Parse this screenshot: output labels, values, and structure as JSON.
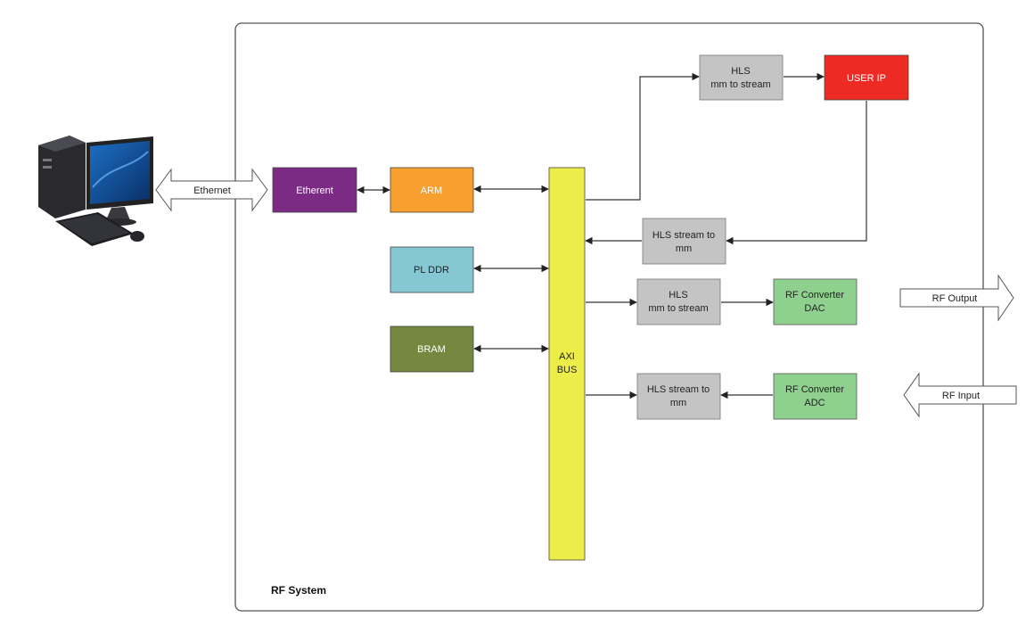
{
  "system": {
    "label": "RF System"
  },
  "ethernet_link": {
    "label": "Ethernet"
  },
  "blocks": {
    "etherent": {
      "label": "Etherent",
      "color": "#7b2b83"
    },
    "arm": {
      "label": "ARM",
      "color": "#f7a030"
    },
    "pl_ddr": {
      "label": "PL DDR",
      "color": "#86c7d4"
    },
    "bram": {
      "label": "BRAM",
      "color": "#74893f"
    },
    "axi_bus": {
      "line1": "AXI",
      "line2": "BUS",
      "color": "#eded49"
    },
    "hls_mm2s_top": {
      "line1": "HLS",
      "line2": "mm to stream",
      "color": "#c4c4c4"
    },
    "user_ip": {
      "label": "USER IP",
      "color": "#ee2a24"
    },
    "hls_s2mm_top": {
      "line1": "HLS stream to",
      "line2": "mm",
      "color": "#c4c4c4"
    },
    "hls_mm2s_dac": {
      "line1": "HLS",
      "line2": "mm to stream",
      "color": "#c4c4c4"
    },
    "rf_dac": {
      "line1": "RF Converter",
      "line2": "DAC",
      "color": "#8fd08e"
    },
    "hls_s2mm_adc": {
      "line1": "HLS stream to",
      "line2": "mm",
      "color": "#c4c4c4"
    },
    "rf_adc": {
      "line1": "RF Converter",
      "line2": "ADC",
      "color": "#8fd08e"
    }
  },
  "io": {
    "rf_output": {
      "label": "RF Output"
    },
    "rf_input": {
      "label": "RF Input"
    }
  }
}
